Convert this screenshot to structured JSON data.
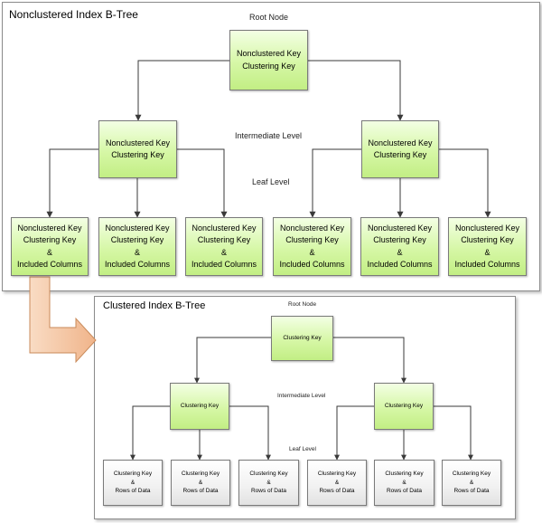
{
  "nonclustered": {
    "title": "Nonclustered Index B-Tree",
    "root_label": "Root Node",
    "intermediate_label": "Intermediate Level",
    "leaf_label": "Leaf Level",
    "root": {
      "line1": "Nonclustered Key",
      "line2": "Clustering Key"
    },
    "intermediate": [
      {
        "line1": "Nonclustered Key",
        "line2": "Clustering Key"
      },
      {
        "line1": "Nonclustered Key",
        "line2": "Clustering Key"
      }
    ],
    "leaves": [
      {
        "line1": "Nonclustered Key",
        "line2": "Clustering Key",
        "line3": "&",
        "line4": "Included Columns"
      },
      {
        "line1": "Nonclustered Key",
        "line2": "Clustering Key",
        "line3": "&",
        "line4": "Included Columns"
      },
      {
        "line1": "Nonclustered Key",
        "line2": "Clustering Key",
        "line3": "&",
        "line4": "Included Columns"
      },
      {
        "line1": "Nonclustered Key",
        "line2": "Clustering Key",
        "line3": "&",
        "line4": "Included Columns"
      },
      {
        "line1": "Nonclustered Key",
        "line2": "Clustering Key",
        "line3": "&",
        "line4": "Included Columns"
      },
      {
        "line1": "Nonclustered Key",
        "line2": "Clustering Key",
        "line3": "&",
        "line4": "Included Columns"
      }
    ]
  },
  "clustered": {
    "title": "Clustered Index B-Tree",
    "root_label": "Root Node",
    "intermediate_label": "Intermediate Level",
    "leaf_label": "Leaf Level",
    "root": {
      "line1": "Clustering Key"
    },
    "intermediate": [
      {
        "line1": "Clustering Key"
      },
      {
        "line1": "Clustering Key"
      }
    ],
    "leaves": [
      {
        "line1": "Clustering Key",
        "line2": "&",
        "line3": "Rows of Data"
      },
      {
        "line1": "Clustering Key",
        "line2": "&",
        "line3": "Rows of Data"
      },
      {
        "line1": "Clustering Key",
        "line2": "&",
        "line3": "Rows of Data"
      },
      {
        "line1": "Clustering Key",
        "line2": "&",
        "line3": "Rows of Data"
      },
      {
        "line1": "Clustering Key",
        "line2": "&",
        "line3": "Rows of Data"
      },
      {
        "line1": "Clustering Key",
        "line2": "&",
        "line3": "Rows of Data"
      }
    ]
  },
  "colors": {
    "node_green": "#d6f7a6",
    "node_grey": "#f1f1f1",
    "connector_arrow": "#f4c29a",
    "border": "#8c8c8c"
  }
}
